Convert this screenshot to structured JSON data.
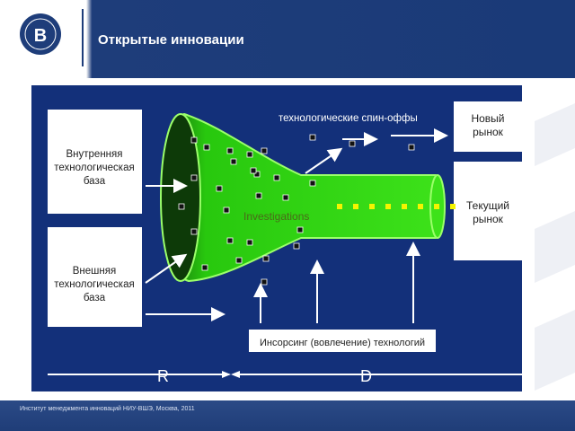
{
  "header": {
    "title": "Открытые инновации"
  },
  "diagram": {
    "internal_base": [
      "Внутренняя",
      "технологическая",
      "база"
    ],
    "external_base": [
      "Внешняя",
      "технологическая",
      "база"
    ],
    "spinoffs": "технологические спин-оффы",
    "new_market": [
      "Новый",
      "рынок"
    ],
    "current_market": [
      "Текущий",
      "рынок"
    ],
    "investigations": "Investigations",
    "insourcing": "Инсорсинг (вовлечение) технологий",
    "r_label": "R",
    "d_label": "D"
  },
  "footer": {
    "text": "Институт менеджмента инноваций НИУ-ВШЭ, Москва, 2011"
  },
  "colors": {
    "navy": "#1e3d7a",
    "funnel_green": "#2bd40d",
    "diagram_bg": "#13307a"
  }
}
